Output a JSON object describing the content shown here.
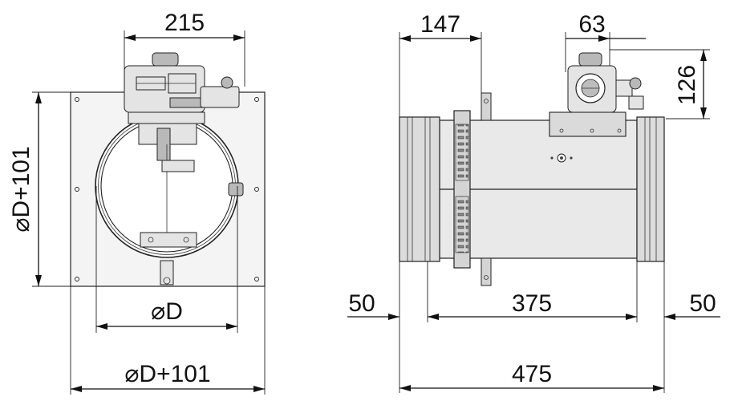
{
  "dimensions": {
    "front_top_width": "215",
    "front_height": "D+101",
    "front_bottom_inner": "D",
    "front_bottom_outer": "D+101",
    "side_top_left": "147",
    "side_top_right": "63",
    "side_right_vertical": "126",
    "side_left_end": "50",
    "side_middle": "375",
    "side_right_end": "50",
    "side_total": "475"
  },
  "symbols": {
    "diameter": "⌀"
  }
}
